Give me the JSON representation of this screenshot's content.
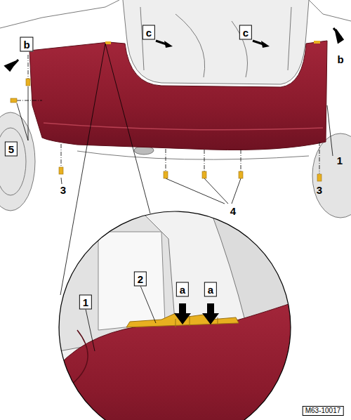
{
  "diagram": {
    "labels": [
      "b",
      "c",
      "c",
      "b",
      "5",
      "1",
      "3",
      "4",
      "3",
      "2",
      "1",
      "a",
      "a",
      "M63-10017"
    ]
  }
}
